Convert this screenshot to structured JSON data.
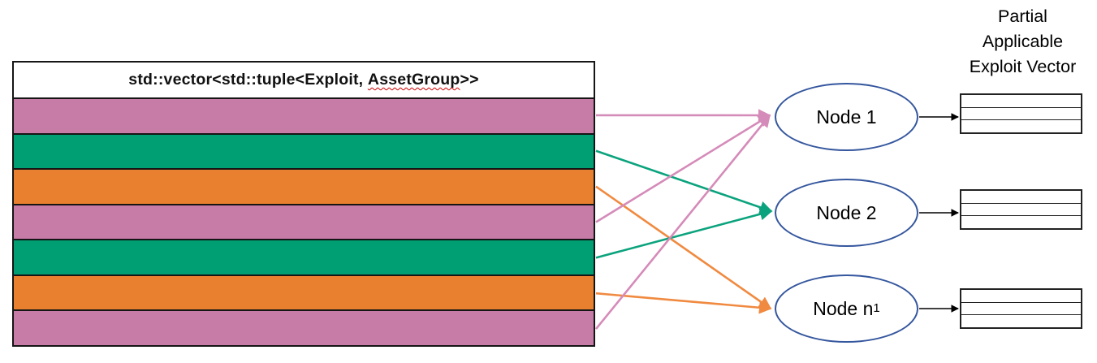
{
  "colors": {
    "row_pink": "#C77CA8",
    "row_green": "#009E73",
    "row_orange": "#E8802F",
    "arrow_pink": "#D58BB9",
    "arrow_green": "#0BA37D",
    "arrow_orange": "#F08A40",
    "node_outline": "#35579E",
    "connector_black": "#000000"
  },
  "vector_table": {
    "title_part1": "std::vector<std::tuple<Exploit, ",
    "title_misspelled_word": "AssetGroup",
    "title_part2": ">>",
    "rows": [
      "pink",
      "green",
      "orange",
      "pink",
      "green",
      "orange",
      "pink"
    ]
  },
  "nodes": [
    {
      "label": "Node 1",
      "subscript": ""
    },
    {
      "label": "Node 2",
      "subscript": ""
    },
    {
      "label": "Node n",
      "subscript": "1"
    }
  ],
  "connections": [
    {
      "from_row": 0,
      "to_node": 0,
      "color": "pink"
    },
    {
      "from_row": 1,
      "to_node": 1,
      "color": "green"
    },
    {
      "from_row": 2,
      "to_node": 2,
      "color": "orange"
    },
    {
      "from_row": 3,
      "to_node": 0,
      "color": "pink"
    },
    {
      "from_row": 4,
      "to_node": 1,
      "color": "green"
    },
    {
      "from_row": 5,
      "to_node": 2,
      "color": "orange"
    },
    {
      "from_row": 6,
      "to_node": 0,
      "color": "pink"
    }
  ],
  "output_label": {
    "line1": "Partial",
    "line2": "Applicable",
    "line3": "Exploit Vector"
  },
  "output_tables": {
    "count": 3,
    "rows_per_table": 3
  }
}
